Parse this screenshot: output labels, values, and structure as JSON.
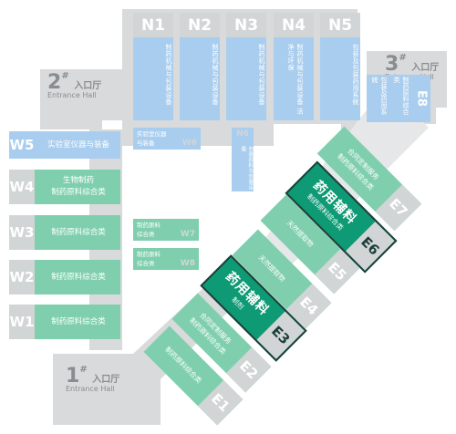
{
  "entrances": {
    "e1": {
      "num": "1",
      "sup": "#",
      "cn": "入口厅",
      "en": "Entrance Hall"
    },
    "e2": {
      "num": "2",
      "sup": "#",
      "cn": "入口厅",
      "en": "Entrance Hall"
    },
    "e3": {
      "num": "3",
      "sup": "#",
      "cn": "入口厅",
      "en": "Entrance Hall"
    }
  },
  "north_halls": [
    {
      "code": "N1",
      "text": "制药机械与包装设备"
    },
    {
      "code": "N2",
      "text": "制药机械与包装设备"
    },
    {
      "code": "N3",
      "text": "制药机械与包装设备"
    },
    {
      "code": "N4",
      "text": "制药机械与包装设备 洁净与环保"
    },
    {
      "code": "N5",
      "text": "包装及包装药用系统"
    }
  ],
  "west_halls": [
    {
      "code": "W5",
      "text": [
        "实验室仪器与装备"
      ]
    },
    {
      "code": "W4",
      "text": [
        "生物制药",
        "制药原料综合类"
      ]
    },
    {
      "code": "W3",
      "text": [
        "制药原料综合类"
      ]
    },
    {
      "code": "W2",
      "text": [
        "制药原料综合类"
      ]
    },
    {
      "code": "W1",
      "text": [
        "制药原料综合类"
      ]
    }
  ],
  "small_halls": {
    "w6": {
      "code": "W6",
      "text": [
        "实验室仪器",
        "与装备"
      ]
    },
    "n6": {
      "code": "N6",
      "text": "包装材料与包装设备"
    },
    "w7": {
      "code": "W7",
      "text": [
        "制药原料",
        "综合类"
      ]
    },
    "w8": {
      "code": "W8",
      "text": [
        "制药原料",
        "综合类"
      ]
    }
  },
  "e8": {
    "code": "E8",
    "text1": "包装及药用系统",
    "text2": "制药原料综合类"
  },
  "east_halls": [
    {
      "code": "E7",
      "lines": [
        "合同定制服务",
        "制药原料综合类"
      ]
    },
    {
      "code": "E6",
      "lines": [
        "药用辅料",
        "制药原料综合类"
      ]
    },
    {
      "code": "E5",
      "lines": [
        "天然提取物"
      ]
    },
    {
      "code": "E4",
      "lines": [
        "天然提取物"
      ]
    },
    {
      "code": "E3",
      "lines": [
        "药用辅料",
        "制剂"
      ]
    },
    {
      "code": "E2",
      "lines": [
        "合同定制服务",
        "制药原料综合类"
      ]
    },
    {
      "code": "E1",
      "lines": [
        "制药原料综合类"
      ]
    }
  ],
  "colors": {
    "pharma_raw": "#7fcfae",
    "equipment": "#a9cdee",
    "excipient": "#0e9a74",
    "corridor": "#d2d5d6"
  }
}
